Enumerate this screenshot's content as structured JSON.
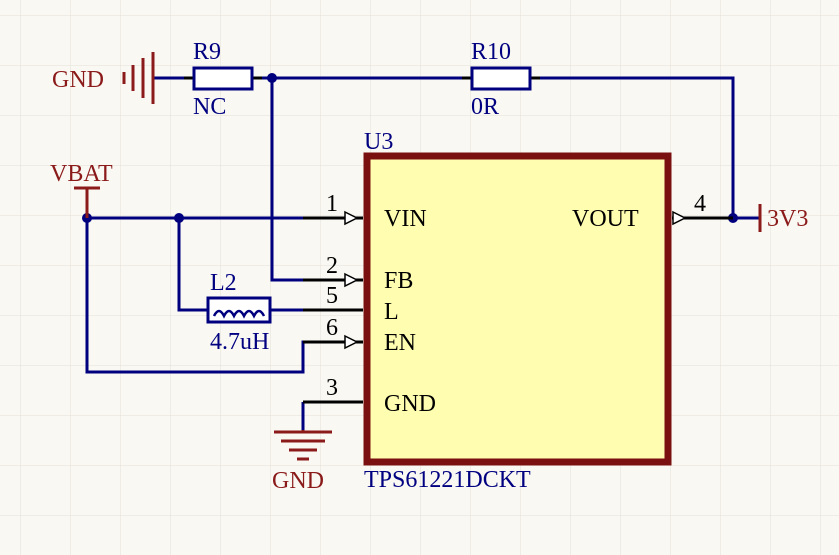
{
  "chip": {
    "designator": "U3",
    "part": "TPS61221DCKT",
    "body_fill": "#fffdb0",
    "body_stroke": "#7a1010",
    "pins": {
      "vin": {
        "number": "1",
        "name": "VIN"
      },
      "fb": {
        "number": "2",
        "name": "FB"
      },
      "l": {
        "number": "5",
        "name": "L"
      },
      "en": {
        "number": "6",
        "name": "EN"
      },
      "gnd": {
        "number": "3",
        "name": "GND"
      },
      "vout": {
        "number": "4",
        "name": "VOUT"
      }
    }
  },
  "r9": {
    "designator": "R9",
    "value": "NC"
  },
  "r10": {
    "designator": "R10",
    "value": "0R"
  },
  "l2": {
    "designator": "L2",
    "value": "4.7uH"
  },
  "power": {
    "gnd_top": "GND",
    "gnd_bottom": "GND",
    "vbat": "VBAT",
    "v3v3": "3V3"
  },
  "colors": {
    "wire": "#00007f",
    "power": "#8b1a1a",
    "component_outline": "#00007f",
    "junction": "#00007f",
    "grid": "#e4e2d8",
    "background": "#f9f8f2"
  }
}
